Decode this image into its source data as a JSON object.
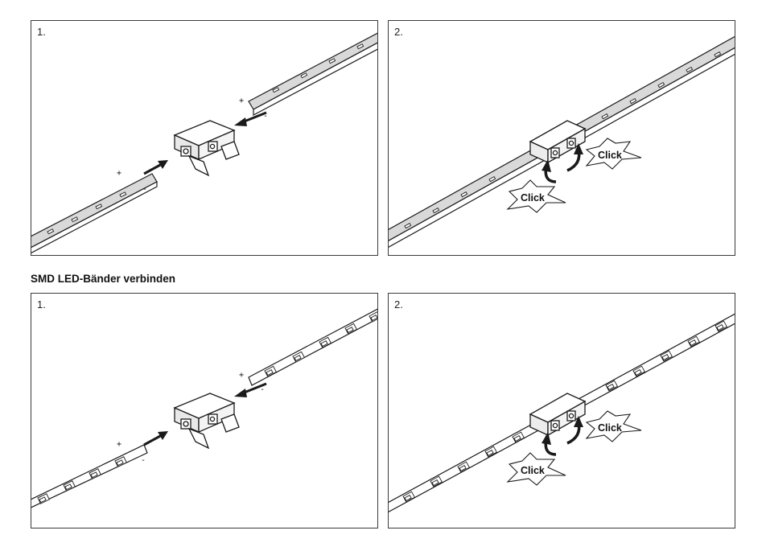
{
  "panels": {
    "p1": {
      "step": "1."
    },
    "p2": {
      "step": "2."
    },
    "p3": {
      "step": "1."
    },
    "p4": {
      "step": "2."
    }
  },
  "section_title": "SMD LED-Bänder verbinden",
  "click_label": "Click",
  "polarity": {
    "plus": "+",
    "minus": "-"
  },
  "colors": {
    "line": "#1a1a1a",
    "strip_fill": "#d9d9d9",
    "background": "#ffffff"
  }
}
